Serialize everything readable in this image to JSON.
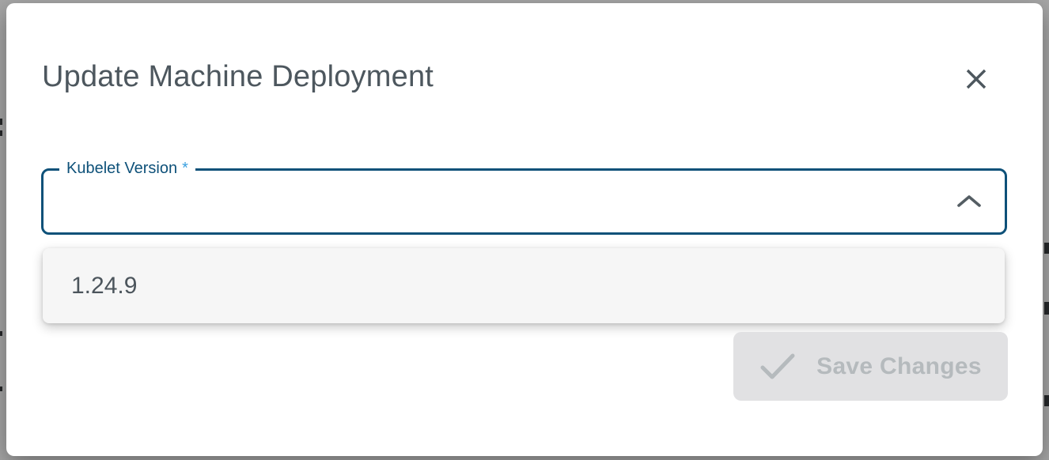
{
  "dialog": {
    "title": "Update Machine Deployment",
    "close_icon": "x-icon"
  },
  "form": {
    "kubelet_version": {
      "label": "Kubelet Version",
      "required_marker": "*",
      "value": "",
      "state": "open",
      "chevron_icon": "chevron-up-icon"
    }
  },
  "dropdown": {
    "options": [
      {
        "label": "1.24.9"
      }
    ]
  },
  "actions": {
    "save": {
      "label": "Save Changes",
      "icon": "check-icon",
      "disabled": true
    }
  },
  "colors": {
    "primary": "#0e5179",
    "accent": "#3aa0e0",
    "title_text": "#4d575e",
    "option_text": "#4c555c",
    "disabled_button_bg": "#e1e1e3",
    "disabled_button_text": "#b5babd",
    "backdrop": "#a6a6a6",
    "panel_bg": "#f6f6f6"
  }
}
